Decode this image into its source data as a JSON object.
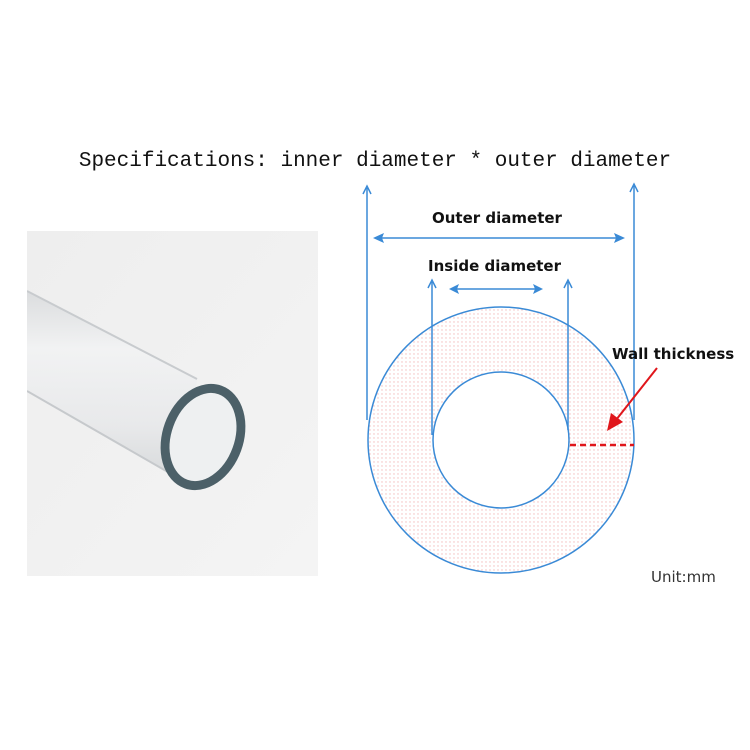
{
  "title": "Specifications: inner diameter * outer diameter",
  "diagram": {
    "outer_label": "Outer diameter",
    "inside_label": "Inside diameter",
    "wall_label": "Wall thickness",
    "unit_label": "Unit:mm"
  },
  "colors": {
    "dimension_line": "#3a8ad6",
    "wall_marker": "#e0161b"
  }
}
